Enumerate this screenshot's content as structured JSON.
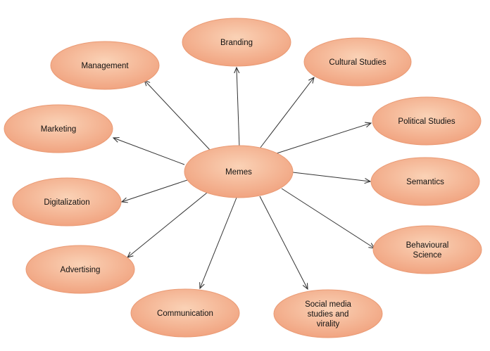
{
  "diagram": {
    "center": {
      "label": "Memes"
    },
    "nodes": [
      {
        "id": "branding",
        "lines": [
          "Branding"
        ]
      },
      {
        "id": "cultural-studies",
        "lines": [
          "Cultural Studies"
        ]
      },
      {
        "id": "management",
        "lines": [
          "Management"
        ]
      },
      {
        "id": "marketing",
        "lines": [
          "Marketing"
        ]
      },
      {
        "id": "political-studies",
        "lines": [
          "Political Studies"
        ]
      },
      {
        "id": "semantics",
        "lines": [
          "Semantics"
        ]
      },
      {
        "id": "digitalization",
        "lines": [
          "Digitalization"
        ]
      },
      {
        "id": "behavioural-science",
        "lines": [
          "Behavioural",
          "Science"
        ]
      },
      {
        "id": "advertising",
        "lines": [
          "Advertising"
        ]
      },
      {
        "id": "communication",
        "lines": [
          "Communication"
        ]
      },
      {
        "id": "social-media",
        "lines": [
          "Social media",
          "studies and",
          "virality"
        ]
      }
    ],
    "colors": {
      "fill_light": "#fad2b6",
      "fill_dark": "#f0a07c",
      "stroke": "#ea9a74",
      "arrow": "#333333",
      "text": "#111111"
    }
  }
}
